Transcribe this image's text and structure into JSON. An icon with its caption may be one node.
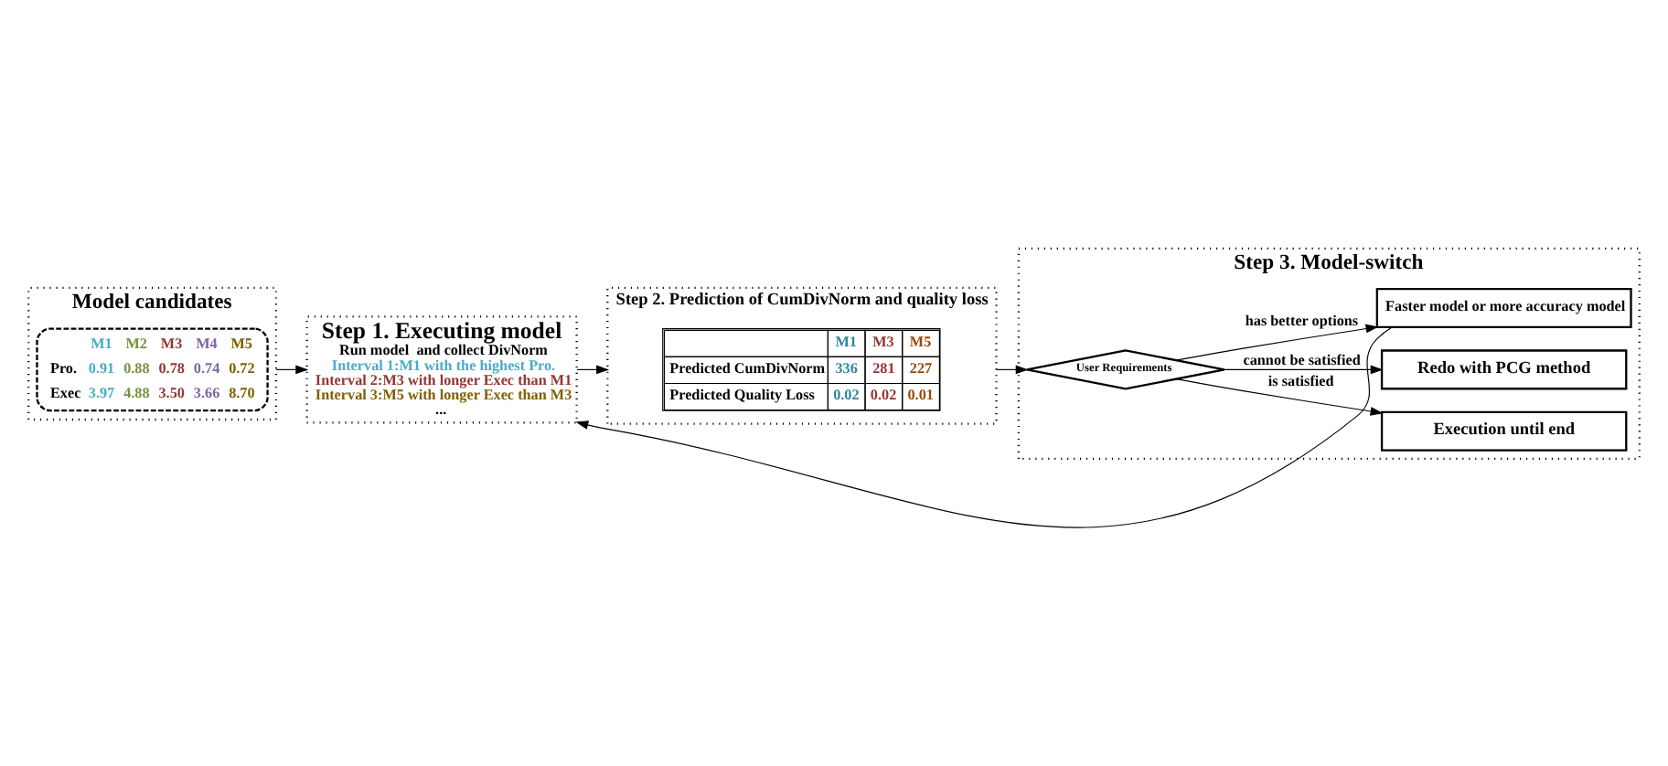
{
  "diagram": {
    "nodes": [
      {
        "text": [
          "Model candidates"
        ]
      },
      {
        "text": [
          "M1",
          "M2",
          "M3",
          "M4",
          "M5",
          "Pro.",
          "0.91",
          "0.88",
          "0.78",
          "0.74",
          "0.72",
          "Exec",
          "3.97",
          "4.88",
          "3.50",
          "3.66",
          "8.70"
        ],
        "in": 0
      },
      {
        "text": [
          "Step 1. Executing model",
          "Run model  and collect DivNorm",
          "Interval 1:M1 with the highest Pro.",
          "Interval 2:M3 with longer Exec than M1",
          "Interval 3:M5 with longer Exec than M3",
          "..."
        ]
      },
      {
        "text": [
          "Step 2. Prediction of CumDivNorm and quality loss"
        ]
      },
      {
        "text": [
          "M1",
          "M3",
          "M5",
          "Predicted CumDivNorm",
          "336",
          "281",
          "227",
          "Predicted Quality Loss",
          "0.02",
          "0.02",
          "0.01"
        ],
        "in": 3
      },
      {
        "text": [
          "Step 3. Model-switch"
        ]
      },
      {
        "text": [
          "User Requirements"
        ],
        "in": 5
      },
      {
        "text": [
          "Execution until end"
        ],
        "in": 5
      },
      {
        "text": [
          "Redo with PCG method"
        ],
        "in": 5
      },
      {
        "text": [
          "Faster model or more accuracy model"
        ],
        "in": 5
      }
    ],
    "edges": [
      {
        "from": 0,
        "to": 2,
        "arrow": "to"
      },
      {
        "from": 2,
        "to": 3,
        "arrow": "to"
      },
      {
        "from": 3,
        "to": 6,
        "arrow": "to"
      },
      {
        "from": 6,
        "to": 7,
        "arrow": "to",
        "label": "is satisfied"
      },
      {
        "from": 6,
        "to": 8,
        "arrow": "to",
        "label": "cannot be satisfied"
      },
      {
        "from": 6,
        "to": 9,
        "arrow": "to",
        "label": "has better options"
      },
      {
        "from": 9,
        "to": 2,
        "arrow": "to"
      }
    ]
  }
}
